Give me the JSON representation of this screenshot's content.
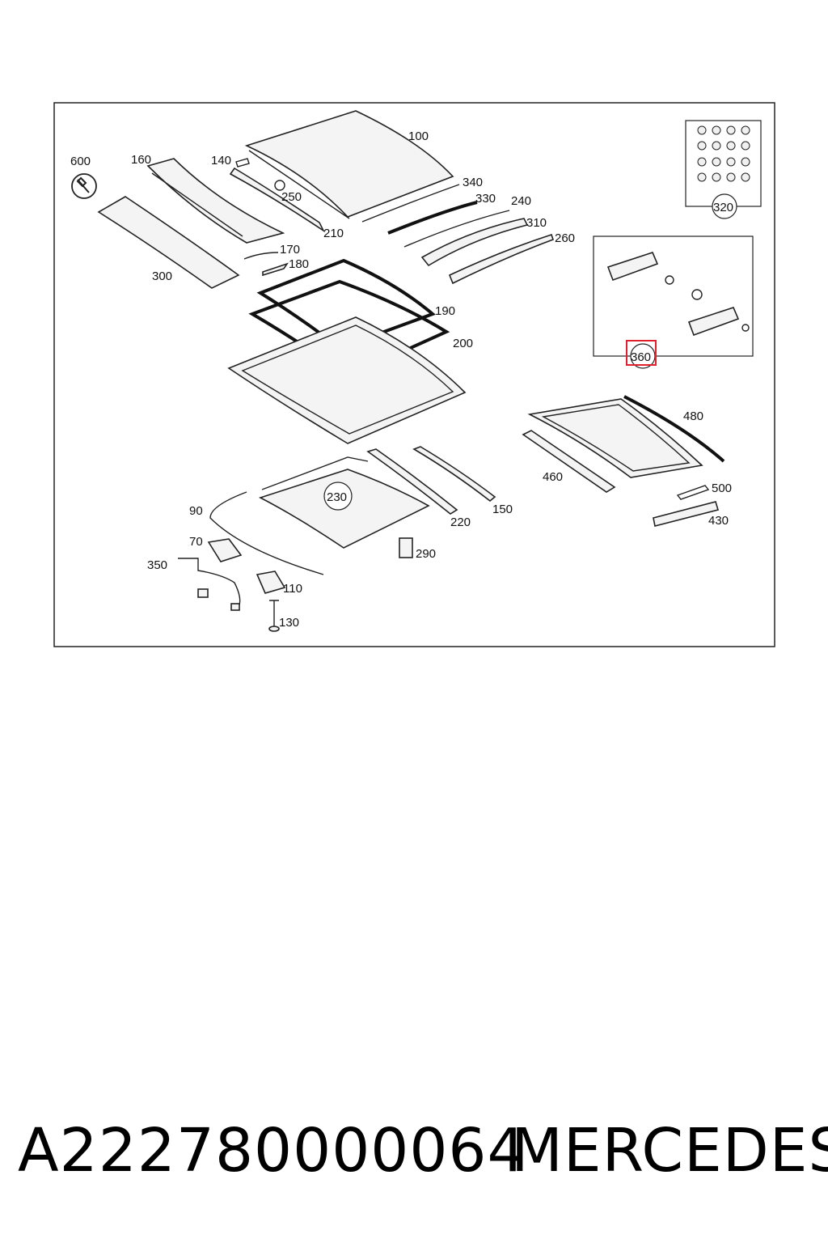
{
  "diagram": {
    "callouts": [
      "100",
      "160",
      "140",
      "600",
      "250",
      "210",
      "340",
      "330",
      "240",
      "310",
      "260",
      "170",
      "180",
      "300",
      "190",
      "200",
      "320",
      "360",
      "480",
      "460",
      "500",
      "430",
      "230",
      "220",
      "150",
      "90",
      "70",
      "350",
      "110",
      "290",
      "130"
    ],
    "highlighted_callout": "360",
    "highlight_color": "#e0202a",
    "line_color": "#222222"
  },
  "footer": {
    "part_number": "A222780000064",
    "brand": "MERCEDES"
  }
}
